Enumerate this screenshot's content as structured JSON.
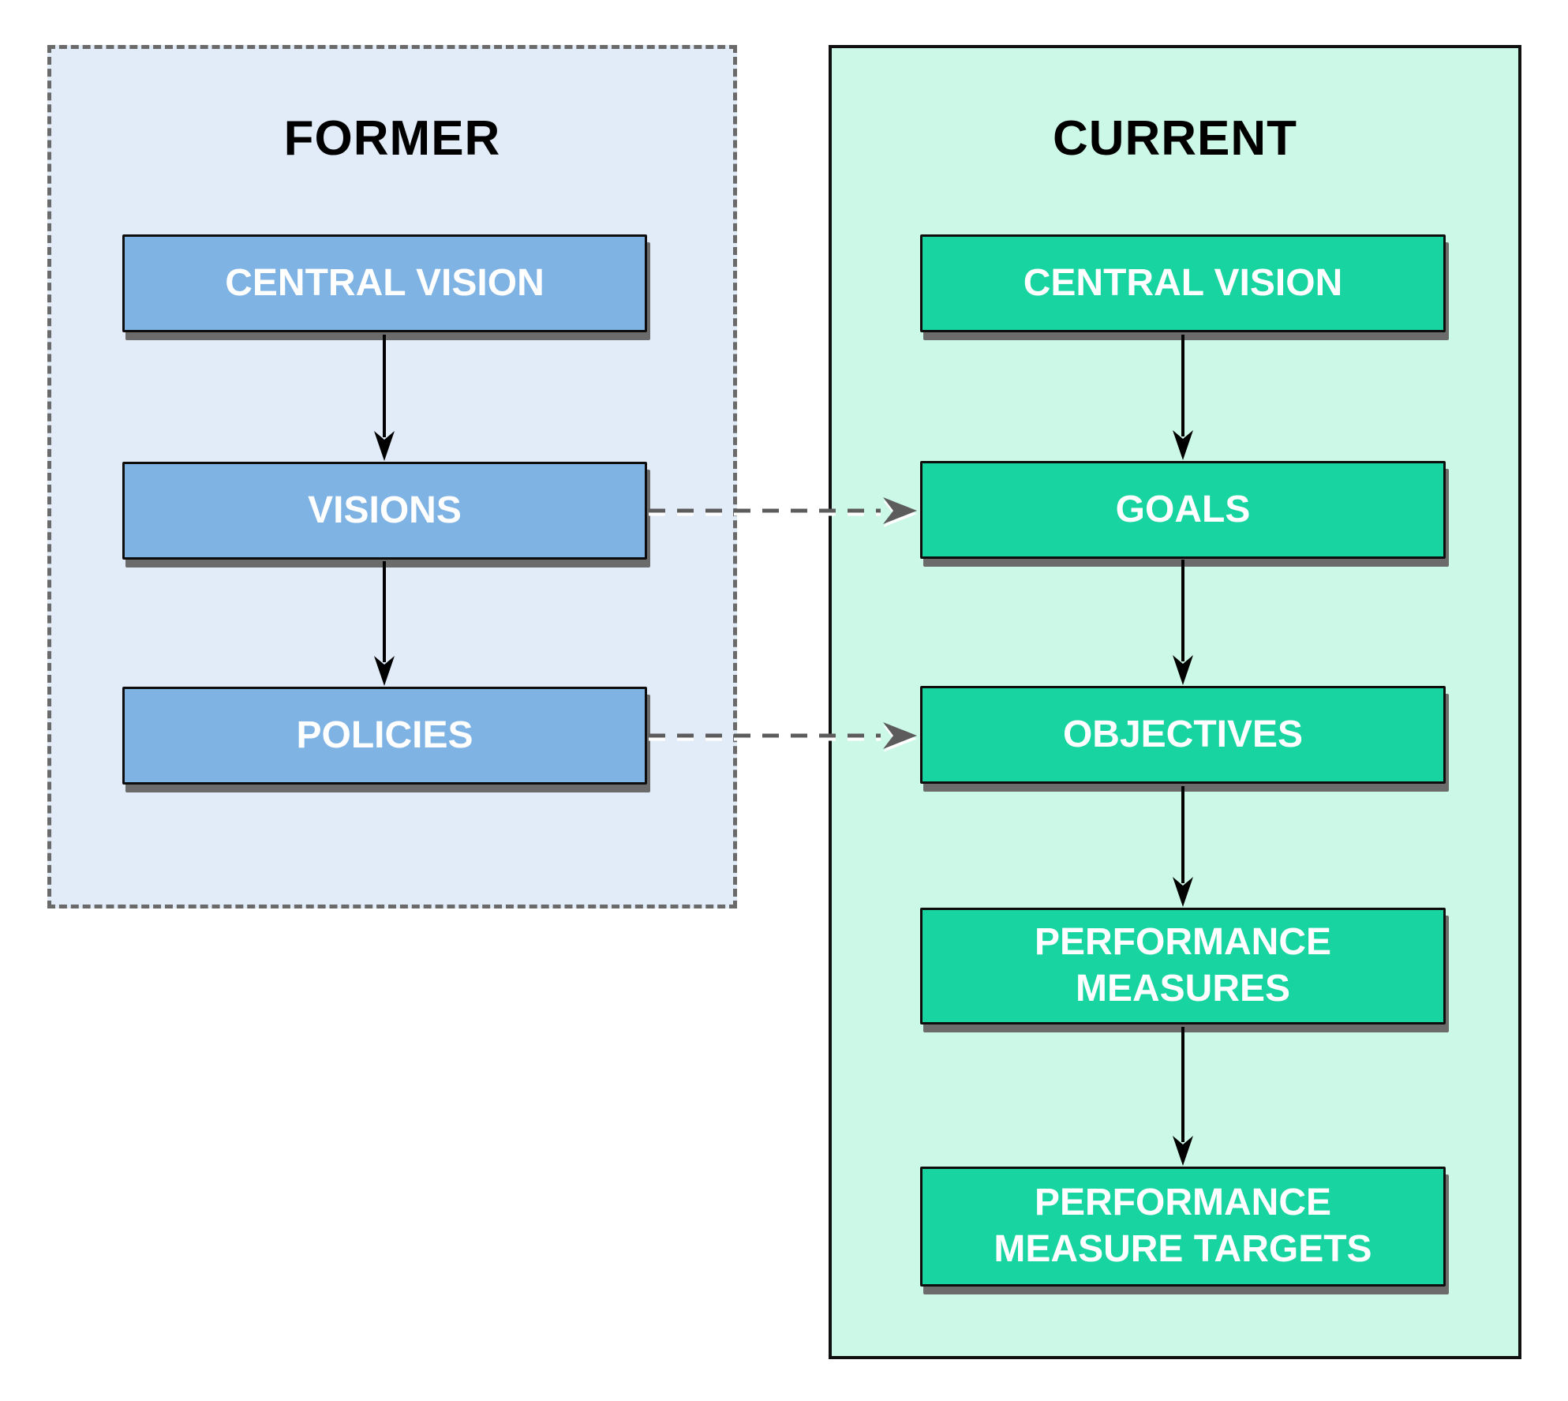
{
  "former": {
    "title": "FORMER",
    "boxes": [
      {
        "id": "central-vision",
        "lines": [
          "CENTRAL VISION"
        ]
      },
      {
        "id": "visions",
        "lines": [
          "VISIONS"
        ]
      },
      {
        "id": "policies",
        "lines": [
          "POLICIES"
        ]
      }
    ]
  },
  "current": {
    "title": "CURRENT",
    "boxes": [
      {
        "id": "central-vision",
        "lines": [
          "CENTRAL VISION"
        ]
      },
      {
        "id": "goals",
        "lines": [
          "GOALS"
        ]
      },
      {
        "id": "objectives",
        "lines": [
          "OBJECTIVES"
        ]
      },
      {
        "id": "performance-measures",
        "lines": [
          "PERFORMANCE",
          "MEASURES"
        ]
      },
      {
        "id": "performance-measure-targets",
        "lines": [
          "PERFORMANCE",
          "MEASURE TARGETS"
        ]
      }
    ]
  },
  "connections": {
    "former_flow": [
      "CENTRAL VISION → VISIONS",
      "VISIONS → POLICIES"
    ],
    "current_flow": [
      "CENTRAL VISION → GOALS",
      "GOALS → OBJECTIVES",
      "OBJECTIVES → PERFORMANCE MEASURES",
      "PERFORMANCE MEASURES → PERFORMANCE MEASURE TARGETS"
    ],
    "mappings": [
      "VISIONS ⇢ GOALS",
      "POLICIES ⇢ OBJECTIVES"
    ]
  },
  "theme": {
    "former-panel-bg": "#e1ecf8",
    "former-panel-border": "#6a6a6a",
    "former-box-fill": "#7eb3e4",
    "current-panel-bg": "#ccf8e7",
    "current-panel-border": "#101010",
    "current-box-fill": "#18d4a1",
    "box-border": "#0d0d0d",
    "box-shadow": "#6b6b6b",
    "title-color": "#000000",
    "box-text-color": "#ffffff",
    "arrow-black": "#000000",
    "arrow-gray": "#5c5c5c"
  }
}
